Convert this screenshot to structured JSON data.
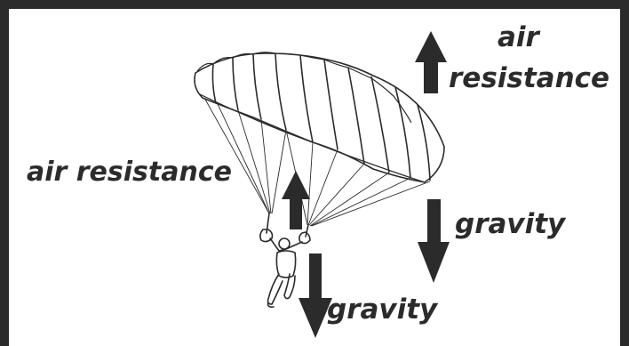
{
  "labels": {
    "air_resistance_top_line1": "air",
    "air_resistance_top_line2": "resistance",
    "air_resistance_left": "air resistance",
    "gravity_right": "gravity",
    "gravity_bottom": "gravity"
  },
  "colors": {
    "border": "#2b2b2b",
    "ink": "#2b2b2b",
    "background": "#ffffff"
  },
  "icons": [
    "parachute-icon",
    "skydiver-icon",
    "arrow-up-icon",
    "arrow-down-icon"
  ]
}
